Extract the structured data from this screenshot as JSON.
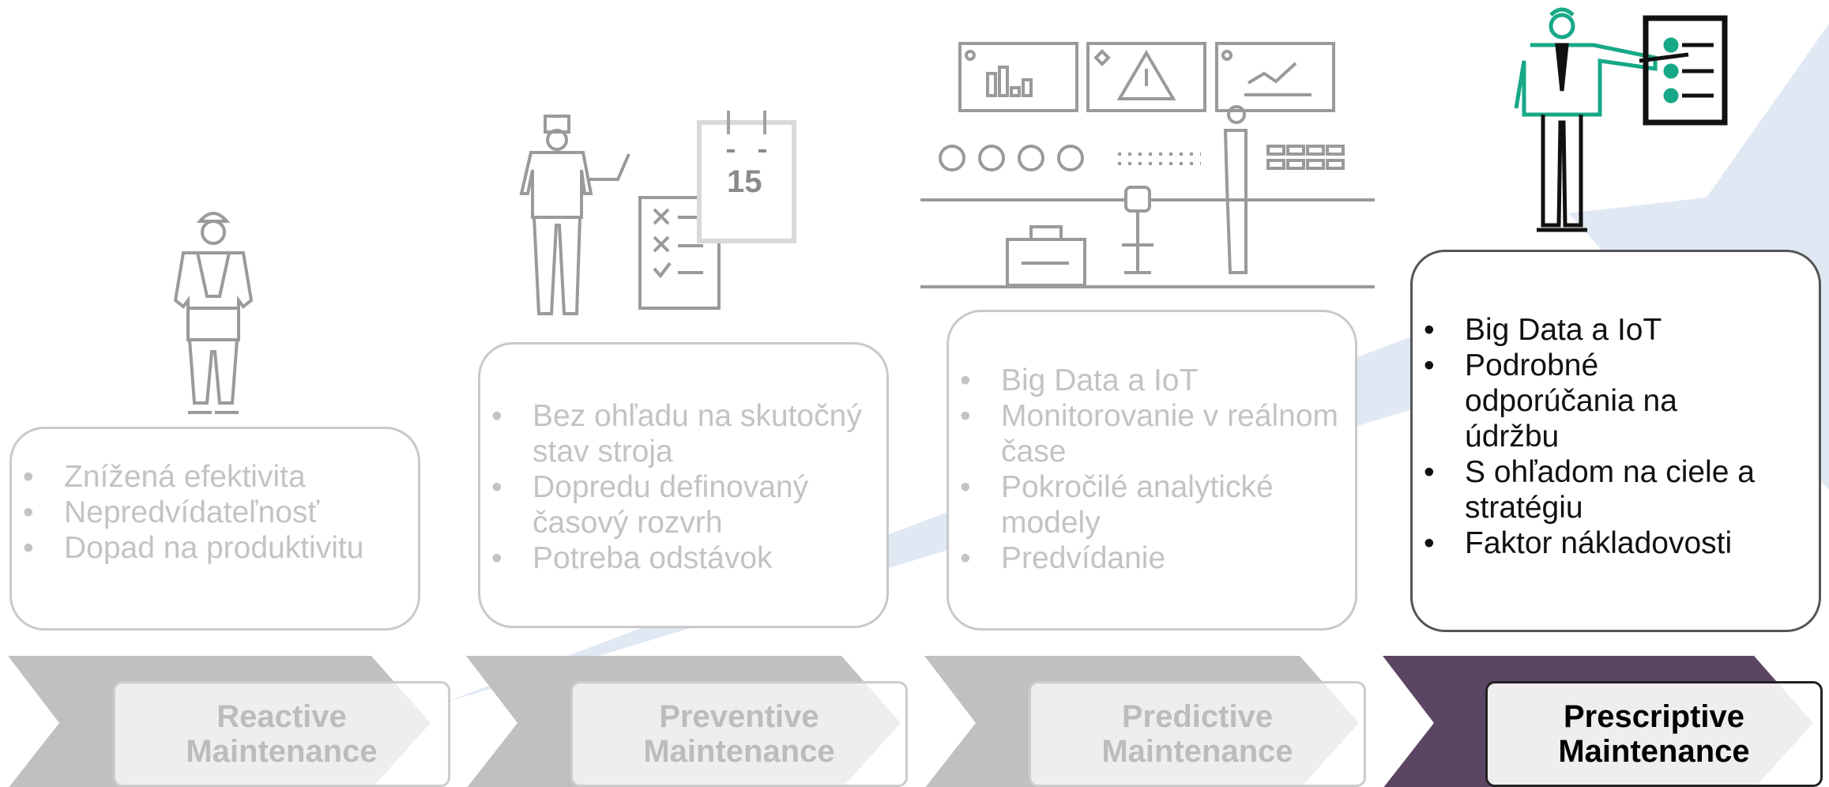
{
  "colors": {
    "arrow_faded": "#c0c0c0",
    "arrow_active": "#5c4563",
    "trend": "#dbe4f1",
    "icon_faded": "#9a9a9a",
    "accent": "#17a887"
  },
  "stages": [
    {
      "title_line1": "Reactive",
      "title_line2": "Maintenance",
      "bullets": [
        "Znížená efektivita",
        "Nepredvídateľnosť",
        "Dopad na produktivitu"
      ]
    },
    {
      "title_line1": "Preventive",
      "title_line2": "Maintenance",
      "bullets": [
        "Bez ohľadu na skutočný stav stroja",
        "Dopredu definovaný časový rozvrh",
        "Potreba odstávok"
      ]
    },
    {
      "title_line1": "Predictive",
      "title_line2": "Maintenance",
      "bullets": [
        "Big Data a IoT",
        "Monitorovanie v reálnom čase",
        "Pokročilé analytické modely",
        "Predvídanie"
      ]
    },
    {
      "title_line1": "Prescriptive",
      "title_line2": "Maintenance",
      "bullets": [
        "Big Data a IoT",
        "Podrobné odporúčania na údržbu",
        "S ohľadom na ciele a stratégiu",
        "Faktor nákladovosti"
      ]
    }
  ],
  "icons": {
    "calendar_day": "15"
  }
}
